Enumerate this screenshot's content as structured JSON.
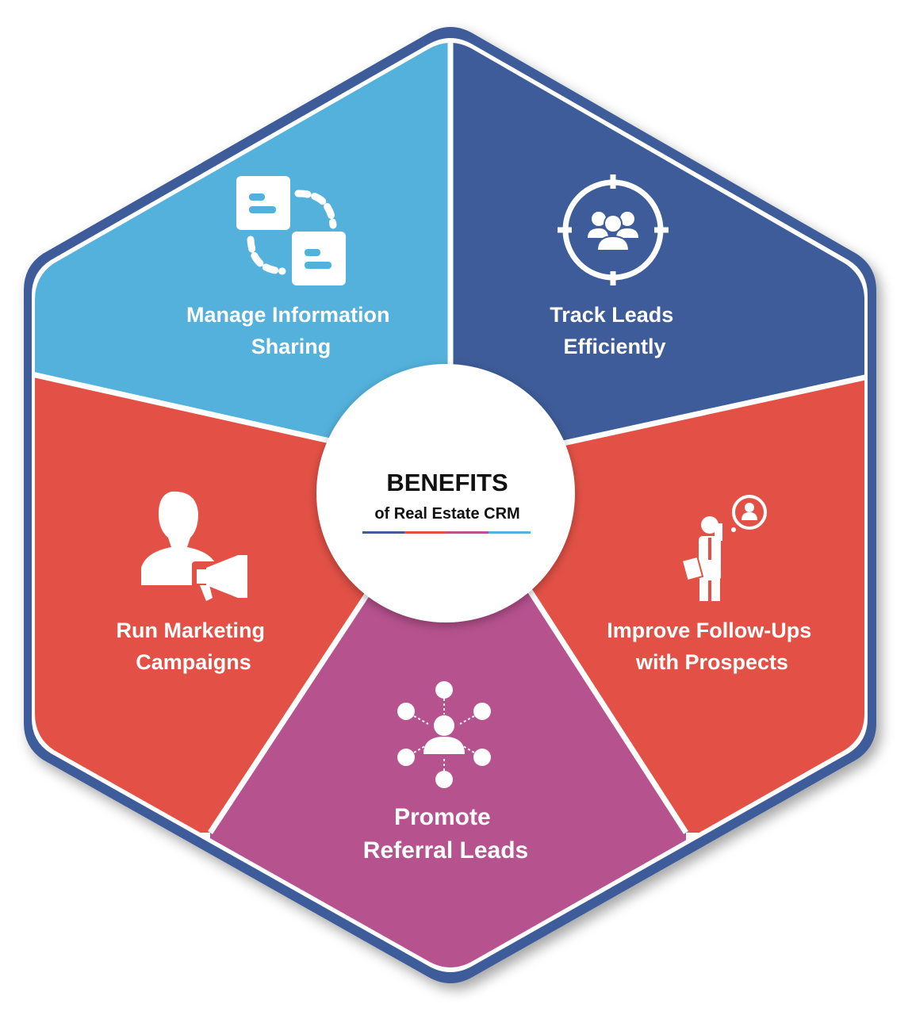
{
  "center": {
    "title": "BENEFITS",
    "subtitle": "of Real Estate CRM",
    "underline_colors": [
      "#3e5c99",
      "#e35146",
      "#b6528e",
      "#53b1db"
    ]
  },
  "segments": [
    {
      "id": "manage",
      "label_lines": [
        "Manage Information",
        "Sharing"
      ],
      "color": "#53b1db",
      "icon": "two-documents-sharing-icon"
    },
    {
      "id": "track",
      "label_lines": [
        "Track Leads",
        "Efficiently"
      ],
      "color": "#3e5c99",
      "icon": "target-users-icon"
    },
    {
      "id": "followup",
      "label_lines": [
        "Improve Follow-Ups",
        "with Prospects"
      ],
      "color": "#e35146",
      "icon": "businessman-phone-icon"
    },
    {
      "id": "referral",
      "label_lines": [
        "Promote",
        "Referral Leads"
      ],
      "color": "#b6528e",
      "icon": "network-person-icon"
    },
    {
      "id": "marketing",
      "label_lines": [
        "Run Marketing",
        "Campaigns"
      ],
      "color": "#e35146",
      "icon": "person-megaphone-icon"
    }
  ],
  "colors": {
    "border": "#3e5c99",
    "divider": "#ffffff"
  }
}
